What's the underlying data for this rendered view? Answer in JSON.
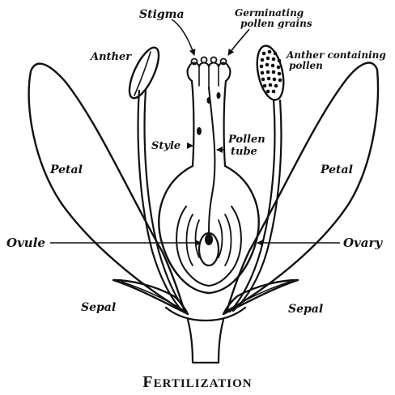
{
  "diagram": {
    "labels": {
      "stigma": "Stigma",
      "germinating_line1": "Germinating",
      "germinating_line2": "pollen grains",
      "anther": "Anther",
      "anther_containing_line1": "Anther containing",
      "anther_containing_line2": "pollen",
      "style": "Style",
      "pollen_tube_line1": "Pollen",
      "pollen_tube_line2": "tube",
      "petal_left": "Petal",
      "petal_right": "Petal",
      "ovule": "Ovule",
      "ovary": "Ovary",
      "sepal_left": "Sepal",
      "sepal_right": "Sepal"
    },
    "caption": {
      "first_letter": "F",
      "rest": "ERTILIZATION"
    }
  }
}
